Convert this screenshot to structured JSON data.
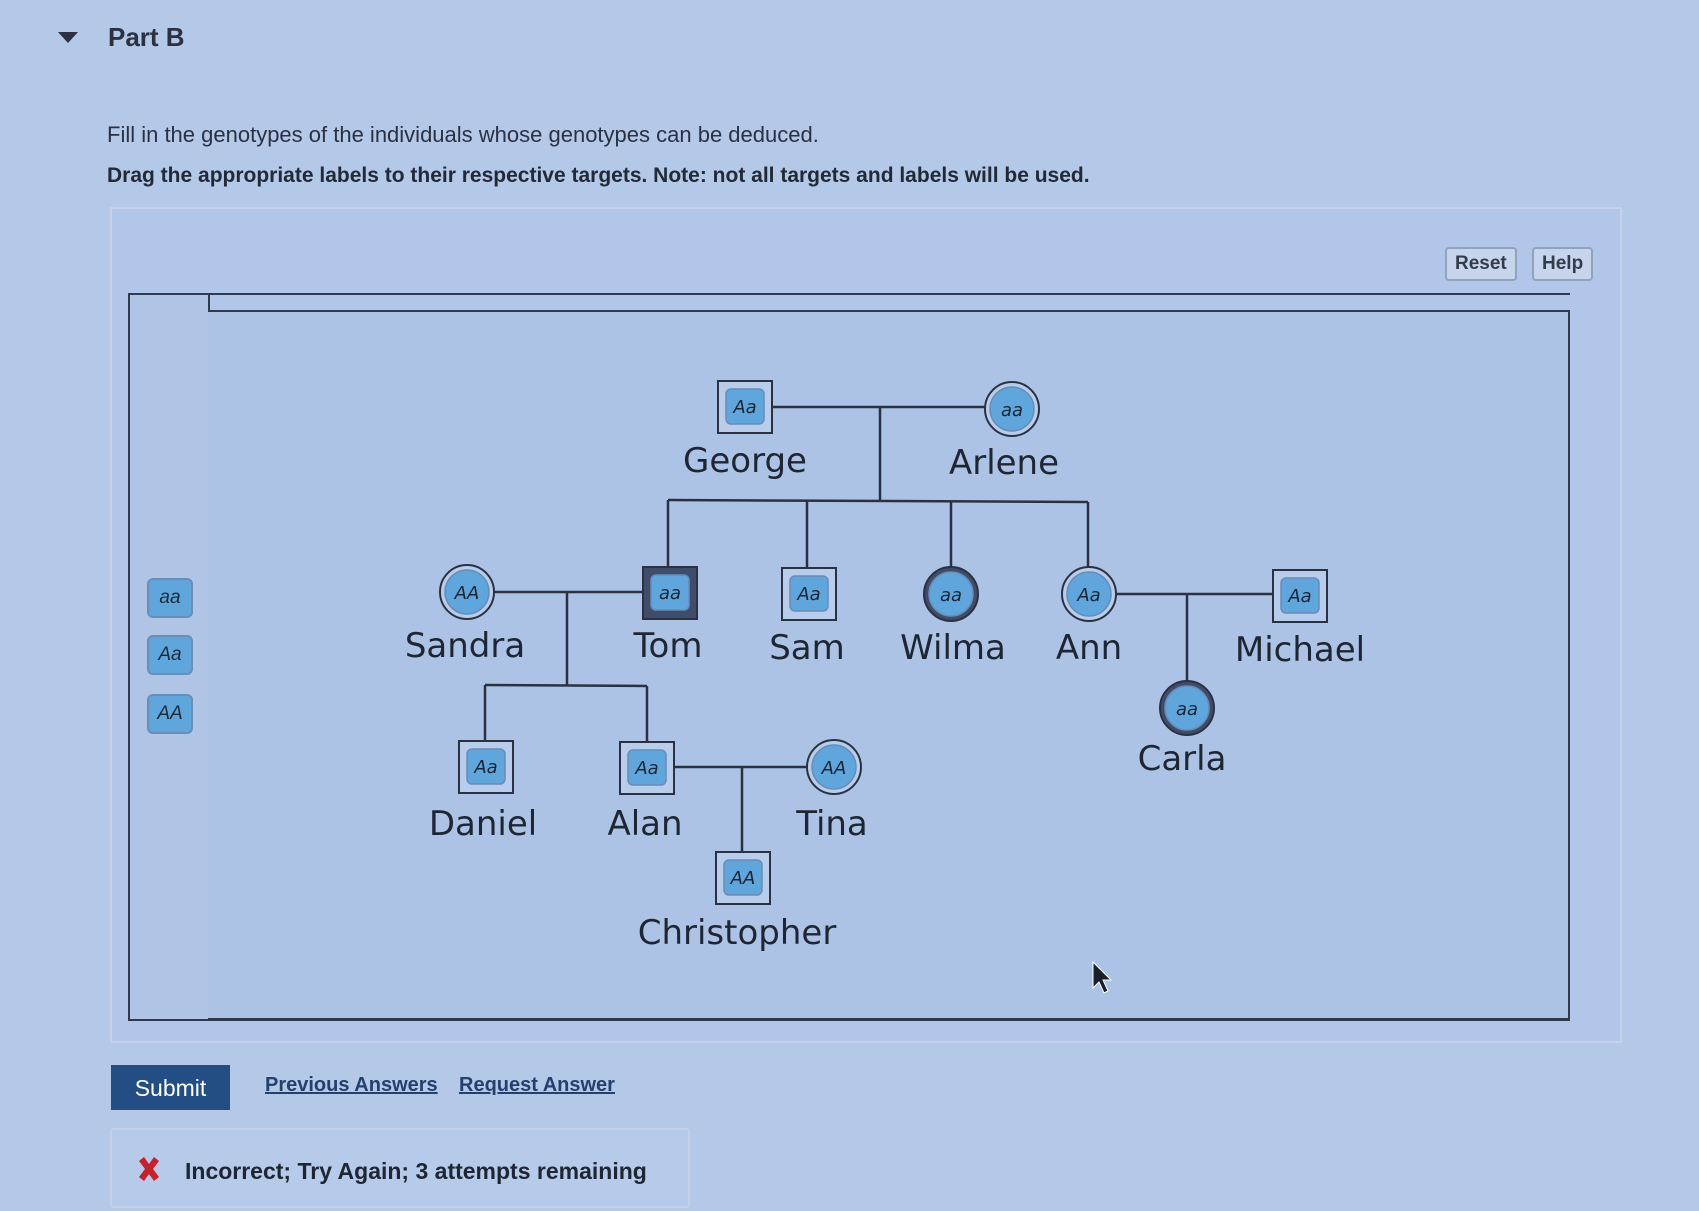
{
  "part": {
    "title": "Part B"
  },
  "instructions": {
    "line1": "Fill in the genotypes of the individuals whose genotypes can be deduced.",
    "line2": "Drag the appropriate labels to their respective targets. Note: not all targets and labels will be used."
  },
  "toolbar": {
    "reset_label": "Reset",
    "help_label": "Help"
  },
  "tray": {
    "labels": [
      "aa",
      "Aa",
      "AA"
    ]
  },
  "pedigree": {
    "individuals": [
      {
        "name": "George",
        "sex": "male",
        "genotype": "Aa"
      },
      {
        "name": "Arlene",
        "sex": "female",
        "genotype": "aa"
      },
      {
        "name": "Sandra",
        "sex": "female",
        "genotype": "AA"
      },
      {
        "name": "Tom",
        "sex": "male",
        "genotype": "aa"
      },
      {
        "name": "Sam",
        "sex": "male",
        "genotype": "Aa"
      },
      {
        "name": "Wilma",
        "sex": "female",
        "genotype": "aa"
      },
      {
        "name": "Ann",
        "sex": "female",
        "genotype": "Aa"
      },
      {
        "name": "Michael",
        "sex": "male",
        "genotype": "Aa"
      },
      {
        "name": "Carla",
        "sex": "female",
        "genotype": "aa"
      },
      {
        "name": "Daniel",
        "sex": "male",
        "genotype": "Aa"
      },
      {
        "name": "Alan",
        "sex": "male",
        "genotype": "Aa"
      },
      {
        "name": "Tina",
        "sex": "female",
        "genotype": "AA"
      },
      {
        "name": "Christopher",
        "sex": "male",
        "genotype": "AA"
      }
    ]
  },
  "actions": {
    "submit_label": "Submit",
    "previous_answers_label": "Previous Answers",
    "request_answer_label": "Request Answer"
  },
  "feedback": {
    "text": "Incorrect; Try Again; 3 attempts remaining"
  },
  "colors": {
    "submit": "#234e83",
    "error": "#c8202a",
    "label_fill": "#5fa6dc"
  }
}
